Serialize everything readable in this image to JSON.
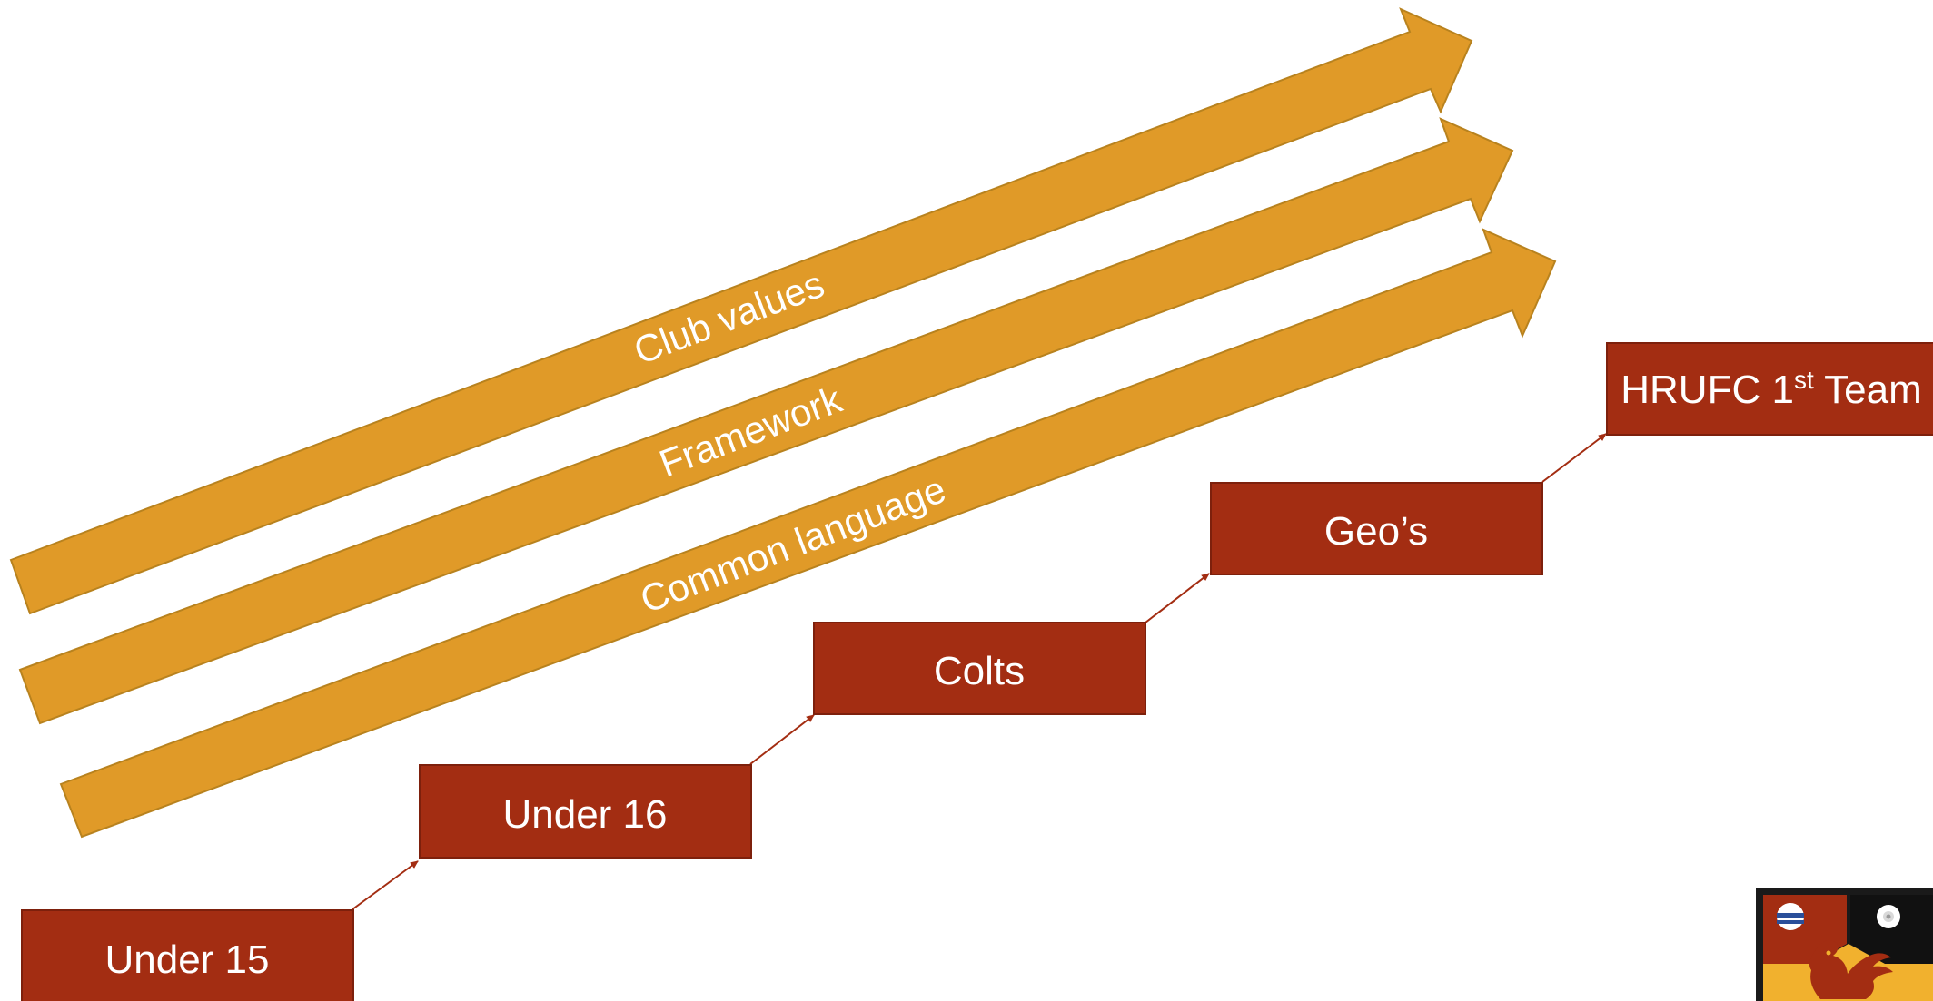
{
  "arrows": [
    {
      "label": "Club values"
    },
    {
      "label": "Framework"
    },
    {
      "label": "Common language"
    }
  ],
  "steps": [
    {
      "label": "Under 15"
    },
    {
      "label": "Under 16"
    },
    {
      "label": "Colts"
    },
    {
      "label": "Geo’s"
    },
    {
      "label_main": "HRUFC 1",
      "label_sup": "st",
      "label_end": " Team"
    }
  ],
  "logo": {
    "description_icons": [
      "shield-crest-icon",
      "rooster-icon",
      "rose-icon"
    ]
  },
  "colors": {
    "arrow_fill": "#E09A28",
    "arrow_stroke": "#B8821E",
    "box_fill": "#A32D12",
    "box_stroke": "#7D200C",
    "connector": "#A32D12"
  }
}
